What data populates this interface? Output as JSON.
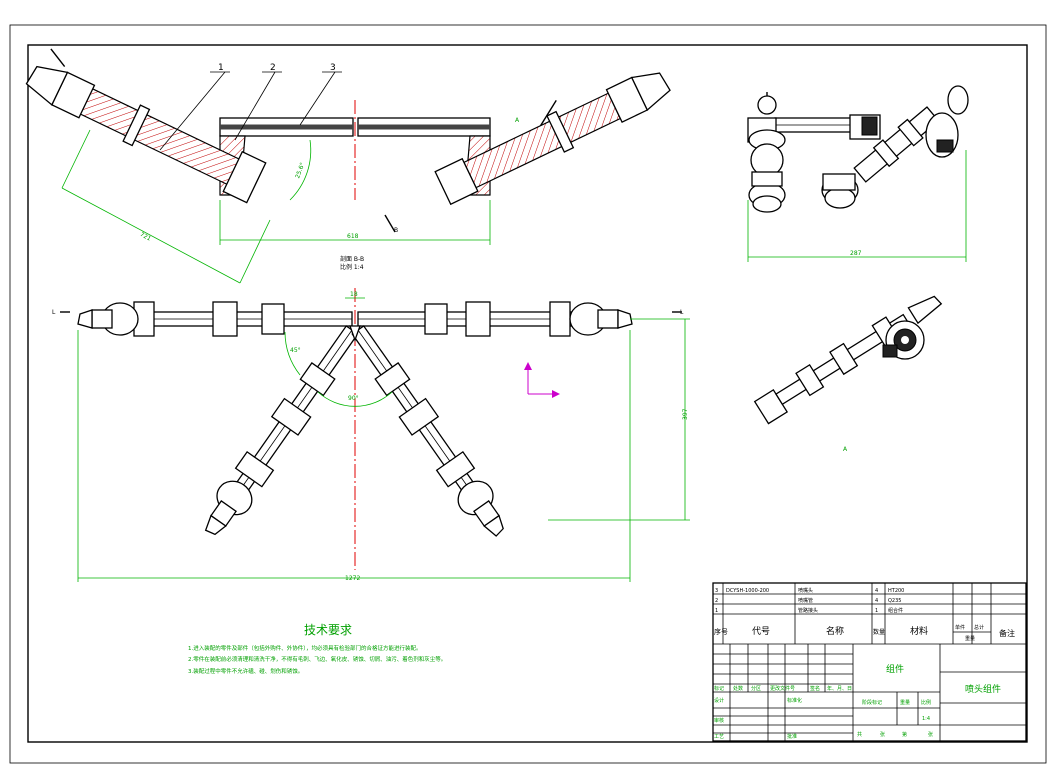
{
  "balloons": [
    "1",
    "2",
    "3"
  ],
  "section_label": {
    "line1": "剖面 B-B",
    "line2": "比例 1:4"
  },
  "dimensions": {
    "front_width": "618",
    "front_slant": "721",
    "front_angle": "25.6°",
    "plan_width": "1272",
    "plan_height": "397",
    "plan_top": "18",
    "plan_angle1": "45°",
    "plan_angle2": "90°",
    "side_width": "287"
  },
  "view_marks": {
    "a_front": "A",
    "b_arrow": "B",
    "a_iso": "A",
    "l_left": "L",
    "l_right": "L"
  },
  "tech_requirements": {
    "title": "技术要求",
    "items": [
      "1.进入装配的零件及部件（包括外购件、外协件），均必须具有检验部门的合格证方能进行装配。",
      "2.零件在装配前必须清理和清洗干净，不得有毛刺、飞边、氧化皮、锈蚀、切屑、油污、着色剂和灰尘等。",
      "3.装配过程中零件不允许磕、碰、划伤和锈蚀。"
    ]
  },
  "parts_list": {
    "rows": [
      {
        "no": "3",
        "code": "DCYSH-1000-200",
        "name": "喷嘴头",
        "qty": "4",
        "material": "HT200",
        "note": ""
      },
      {
        "no": "2",
        "code": "",
        "name": "喷嘴管",
        "qty": "4",
        "material": "Q235",
        "note": ""
      },
      {
        "no": "1",
        "code": "",
        "name": "管路接头",
        "qty": "1",
        "material": "组合件",
        "note": ""
      }
    ],
    "header": {
      "no": "序号",
      "code": "代号",
      "name": "名称",
      "qty": "数量",
      "material": "材料",
      "unit": "单件",
      "total": "总计",
      "weight": "重量",
      "note": "备注"
    }
  },
  "title_block": {
    "drawing_name": "喷头组件",
    "org": "组件",
    "labels": {
      "mark": "标记",
      "count": "处数",
      "zone": "分区",
      "change_doc": "更改文件号",
      "sign": "签名",
      "date": "年、月、日",
      "designer": "设计",
      "standardize": "标准化",
      "stage_mark": "阶段标记",
      "weight": "重量",
      "scale": "比例",
      "reviewer": "审核",
      "process": "工艺",
      "approve": "批准",
      "sheets_total": "共",
      "sheets": "张",
      "sheet_no": "第",
      "sheet": "张"
    },
    "scale_value": "1:4"
  },
  "colors": {
    "green": "#00b400",
    "red": "#e00000",
    "magenta": "#cc00cc",
    "black": "#000000"
  }
}
